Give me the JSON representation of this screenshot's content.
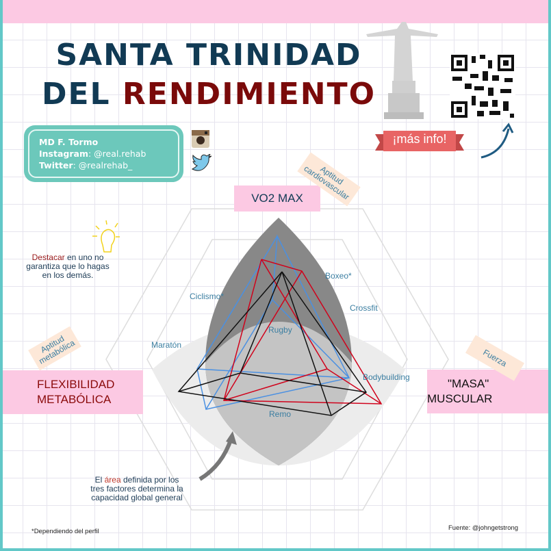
{
  "title": {
    "line1": "SANTA TRINIDAD",
    "line2_a": "DEL ",
    "line2_b": "RENDIMIENTO"
  },
  "author": {
    "name": "MD F. Tormo",
    "instagram_label": "Instagram",
    "instagram": ": @real.rehab",
    "twitter_label": "Twitter",
    "twitter": ":  @realrehab_"
  },
  "more_info": "¡más info!",
  "axes": {
    "top": "VO2 MAX",
    "left_line1": "FLEXIBILIDAD",
    "left_line2": "METABÓLICA",
    "right_line1": "\"MASA\"",
    "right_line2": "MUSCULAR"
  },
  "tags": {
    "cardio_1": "Aptitud",
    "cardio_2": "cardiovascular",
    "metab_1": "Aptitud",
    "metab_2": "metabólica",
    "fuerza": "Fuerza"
  },
  "sports": [
    "Boxeo*",
    "Crossfit",
    "Ciclismo*",
    "Rugby",
    "Maratón",
    "Bodybuilding",
    "Remo"
  ],
  "notes": {
    "destacar_red": "Destacar",
    "destacar_rest": " en uno no garantiza que lo hagas en los demás.",
    "area_a": "El ",
    "area_red": "área",
    "area_rest": " definida por los tres factores determina la capacidad global general"
  },
  "footer": {
    "left": "*Dependiendo del perfil",
    "right": "Fuente: @johngetstrong"
  },
  "colors": {
    "teal": "#62c8c8",
    "pink": "#fcc9e3",
    "navy": "#113a54",
    "darkred": "#7a0a0a",
    "blue": "#4a90e2",
    "red": "#d0021b"
  }
}
